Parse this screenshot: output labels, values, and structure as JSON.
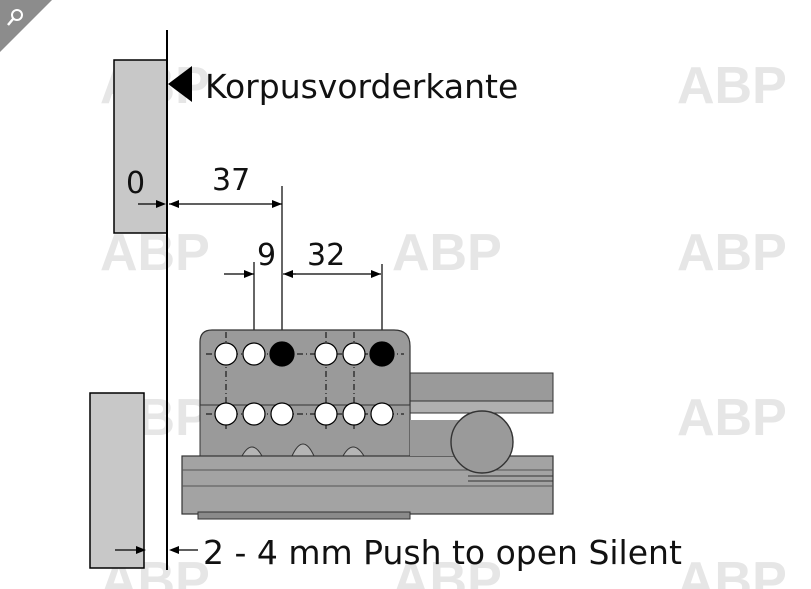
{
  "labels": {
    "front_edge": "Korpusvorderkante",
    "zero": "0",
    "dim_37": "37",
    "dim_9": "9",
    "dim_32": "32",
    "gap_note": "2 - 4 mm Push to open Silent"
  },
  "watermark": {
    "text": "ABP"
  },
  "colors": {
    "panel_gray": "#c8c8c8",
    "hardware_gray": "#9a9a9a",
    "hardware_dark": "#7d7d7d",
    "line": "#000000",
    "hole_filled": "#000000",
    "hole_open": "#ffffff",
    "watermark": "#e6e6e6",
    "corner_badge": "#8c8c8c"
  },
  "icons": {
    "corner": "magnifier-icon",
    "front_edge_marker": "triangle-marker-icon"
  }
}
